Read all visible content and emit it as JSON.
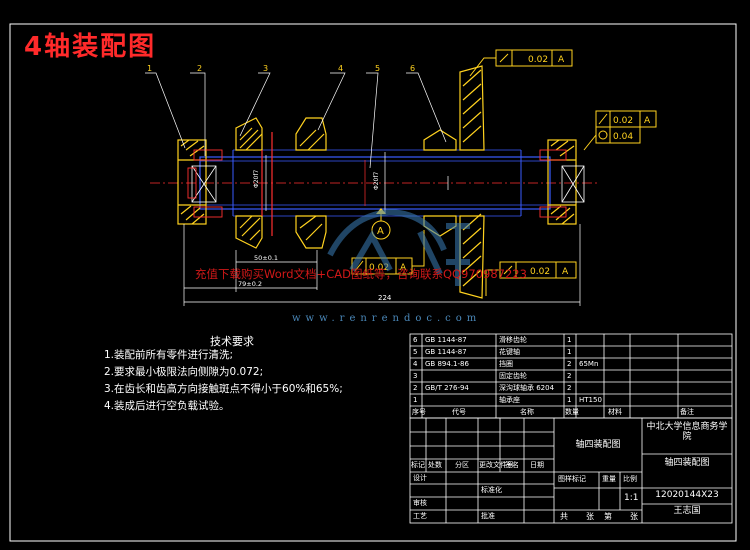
{
  "drawing_title": "4轴装配图",
  "balloons": [
    "1",
    "2",
    "3",
    "4",
    "5",
    "6"
  ],
  "tolerances": {
    "top": {
      "value": "0.02",
      "datum": "A"
    },
    "right_1": {
      "value": "0.02",
      "datum": "A"
    },
    "right_2": {
      "value": "0.04",
      "datum": ""
    },
    "mid": {
      "value": "0.02",
      "datum": "A"
    },
    "bottom_right": {
      "value": "0.02",
      "datum": "A"
    }
  },
  "datum_label": "A",
  "dimensions": {
    "d1": "50±0.1",
    "d2": "79±0.2",
    "d3": "224"
  },
  "watermark": {
    "notice": "充值下载购买Word文档+CAD图纸等，咨询联系QQ970987223",
    "site": "www.renrendoc.com"
  },
  "tech_requirements": {
    "heading": "技术要求",
    "items": [
      "1.装配前所有零件进行清洗;",
      "2.要求最小极限法向侧隙为0.072;",
      "3.在齿长和齿高方向接触斑点不得小于60%和65%;",
      "4.装成后进行空负载试验。"
    ]
  },
  "bom": {
    "rows": [
      {
        "no": "6",
        "code": "GB 1144-87",
        "name": "滑移齿轮",
        "qty": "1",
        "material": "",
        "note": ""
      },
      {
        "no": "5",
        "code": "GB 1144-87",
        "name": "花键轴",
        "qty": "1",
        "material": "",
        "note": ""
      },
      {
        "no": "4",
        "code": "GB 894.1-86",
        "name": "挡圈",
        "qty": "2",
        "material": "65Mn",
        "note": ""
      },
      {
        "no": "3",
        "code": "",
        "name": "固定齿轮",
        "qty": "2",
        "material": "",
        "note": ""
      },
      {
        "no": "2",
        "code": "GB/T 276-94",
        "name": "深沟球轴承 6204",
        "qty": "2",
        "material": "",
        "note": ""
      },
      {
        "no": "1",
        "code": "",
        "name": "轴承座",
        "qty": "1",
        "material": "HT150",
        "note": ""
      }
    ],
    "header": {
      "no": "序号",
      "code": "代号",
      "name": "名称",
      "qty": "数量",
      "material": "材料",
      "note": "备注"
    }
  },
  "title_block": {
    "drawing_name": "轴四装配图",
    "school": "中北大学信息商务学院",
    "part_name": "轴四装配图",
    "number": "12020144X23",
    "author": "王志国",
    "scale": "1:1",
    "labels": {
      "mark": "标记",
      "count": "处数",
      "zone": "分区",
      "doc_no": "更改文件号",
      "sign": "签名",
      "date": "日期",
      "design": "设计",
      "standardize": "标准化",
      "review": "审核",
      "process": "工艺",
      "approve": "批准",
      "stage_mark": "图样标记",
      "weight": "重量",
      "ratio": "比例",
      "sheets_total": "共",
      "sheets_unit": "张",
      "sheet_no": "第",
      "sheet_unit2": "张"
    }
  }
}
